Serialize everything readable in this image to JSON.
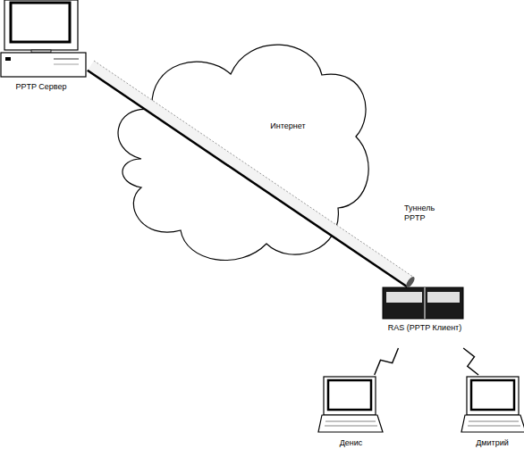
{
  "diagram": {
    "nodes": [
      {
        "text": [
          "PPTP Сервер"
        ]
      },
      {
        "text": [
          "Интернет"
        ]
      },
      {
        "text": [
          "RAS (PPTP Клиент)"
        ]
      },
      {
        "text": [
          "Денис"
        ]
      },
      {
        "text": [
          "Дмитрий"
        ]
      }
    ],
    "edges": [
      {
        "from": 0,
        "to": 2,
        "label": "Туннель PPTP",
        "arrow": "none"
      },
      {
        "from": 2,
        "to": 3,
        "arrow": "none"
      },
      {
        "from": 2,
        "to": 4,
        "arrow": "none"
      }
    ]
  }
}
